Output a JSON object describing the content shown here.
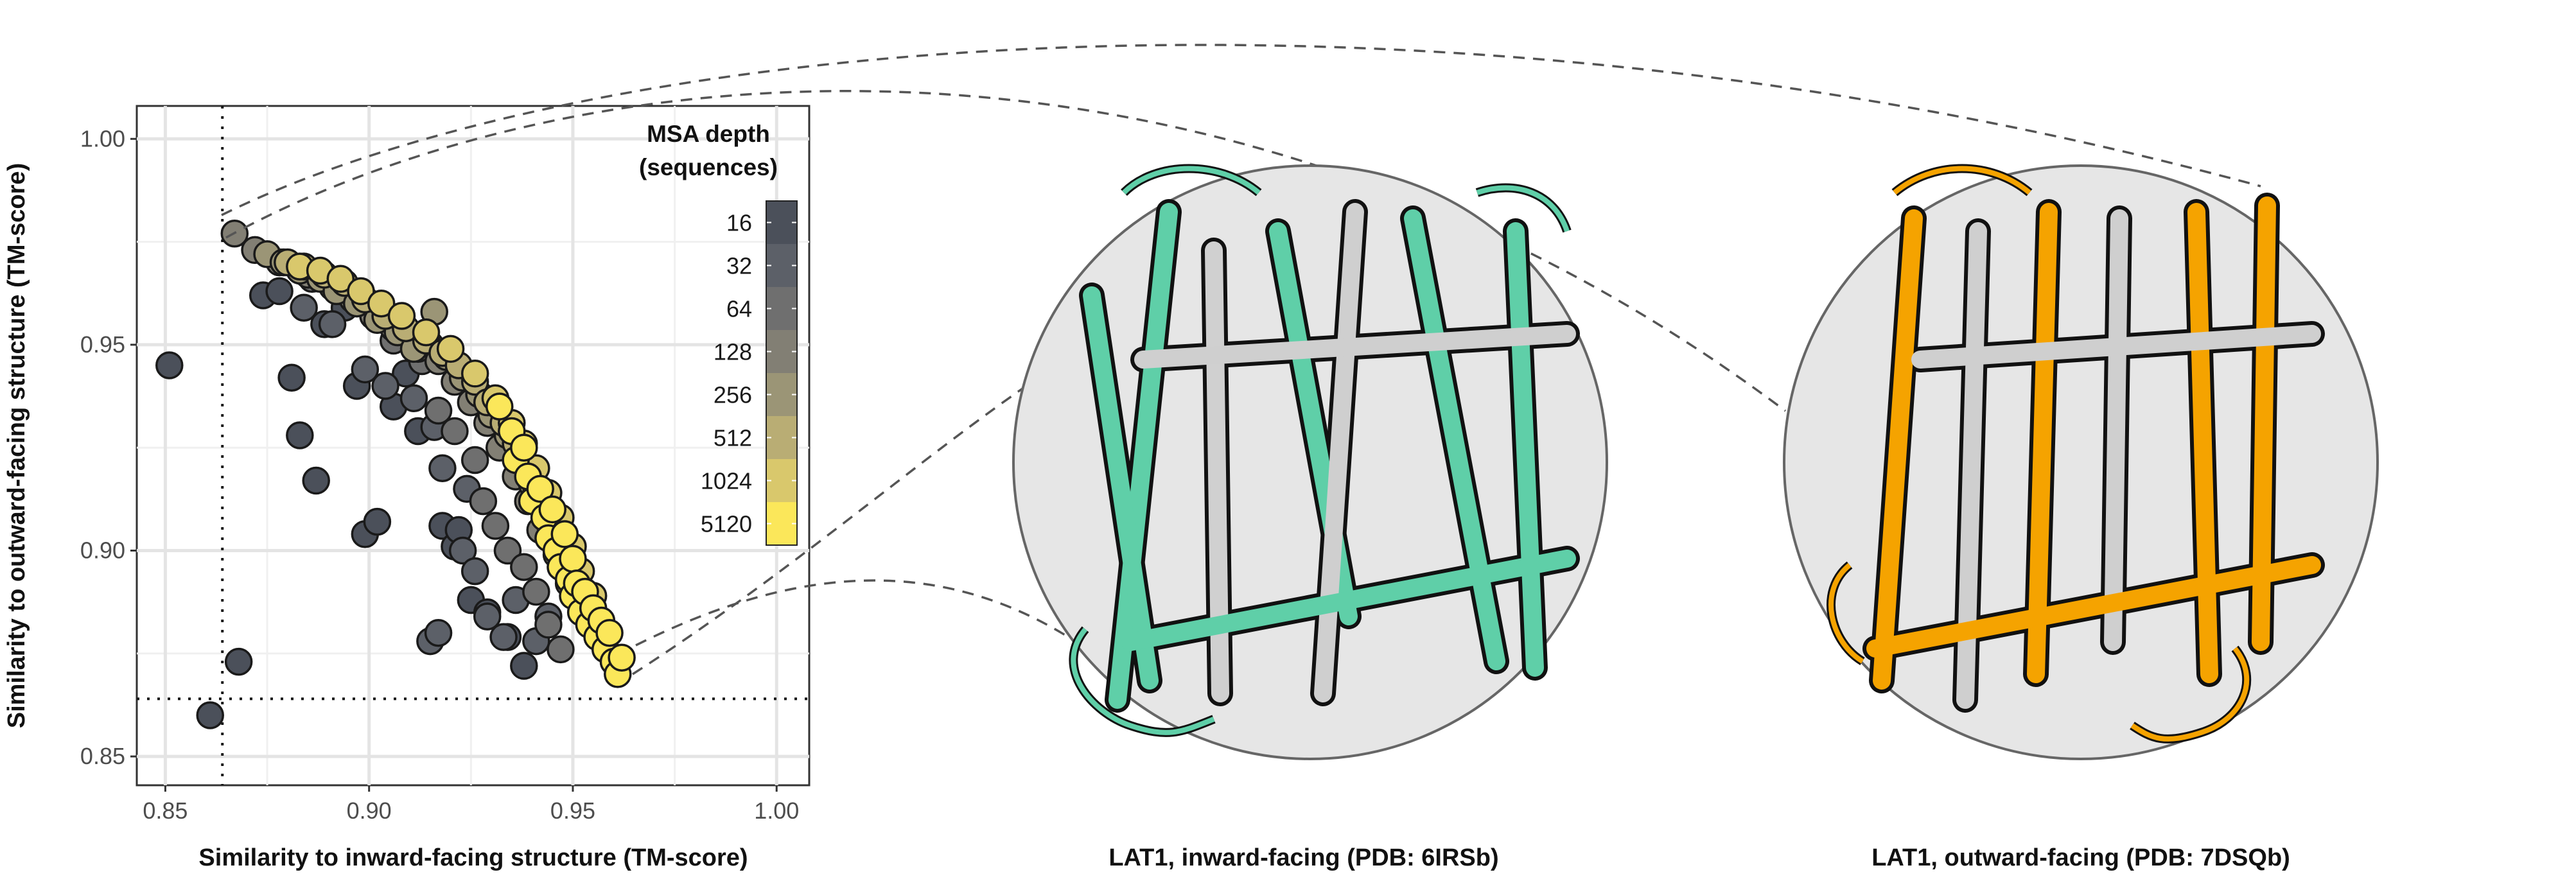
{
  "chart_data": {
    "type": "scatter",
    "xlabel": "Similarity to inward-facing structure (TM-score)",
    "ylabel": "Similarity to outward-facing structure (TM-score)",
    "xlim": [
      0.843,
      1.008
    ],
    "ylim": [
      0.843,
      1.008
    ],
    "x_ticks": [
      "0.85",
      "0.90",
      "0.95",
      "1.00"
    ],
    "y_ticks": [
      "0.85",
      "0.90",
      "0.95",
      "1.00"
    ],
    "reference_lines": {
      "x": 0.864,
      "y": 0.864
    },
    "grid": true,
    "legend": {
      "title_line1": "MSA depth",
      "title_line2": "(sequences)",
      "position": "top-right",
      "entries": [
        {
          "label": "16",
          "color": "#4b505a"
        },
        {
          "label": "32",
          "color": "#5c6068"
        },
        {
          "label": "64",
          "color": "#6f6f6f"
        },
        {
          "label": "128",
          "color": "#827f74"
        },
        {
          "label": "256",
          "color": "#9b9576"
        },
        {
          "label": "512",
          "color": "#b9ad74"
        },
        {
          "label": "1024",
          "color": "#d9c86c"
        },
        {
          "label": "5120",
          "color": "#fbe75a"
        }
      ]
    },
    "series": [
      {
        "depth": 16,
        "color": "#4b505a",
        "points": [
          [
            0.851,
            0.945
          ],
          [
            0.861,
            0.86
          ],
          [
            0.868,
            0.873
          ],
          [
            0.874,
            0.962
          ],
          [
            0.878,
            0.963
          ],
          [
            0.881,
            0.942
          ],
          [
            0.883,
            0.928
          ],
          [
            0.887,
            0.917
          ],
          [
            0.889,
            0.955
          ],
          [
            0.894,
            0.959
          ],
          [
            0.897,
            0.94
          ],
          [
            0.899,
            0.904
          ],
          [
            0.902,
            0.907
          ],
          [
            0.906,
            0.935
          ],
          [
            0.912,
            0.929
          ],
          [
            0.915,
            0.95
          ],
          [
            0.918,
            0.906
          ],
          [
            0.921,
            0.901
          ],
          [
            0.925,
            0.888
          ],
          [
            0.929,
            0.885
          ],
          [
            0.934,
            0.879
          ],
          [
            0.938,
            0.872
          ],
          [
            0.922,
            0.905
          ],
          [
            0.909,
            0.943
          ]
        ]
      },
      {
        "depth": 32,
        "color": "#5c6068",
        "points": [
          [
            0.884,
            0.959
          ],
          [
            0.891,
            0.955
          ],
          [
            0.899,
            0.944
          ],
          [
            0.904,
            0.94
          ],
          [
            0.911,
            0.937
          ],
          [
            0.916,
            0.93
          ],
          [
            0.918,
            0.92
          ],
          [
            0.924,
            0.915
          ],
          [
            0.923,
            0.9
          ],
          [
            0.926,
            0.895
          ],
          [
            0.929,
            0.884
          ],
          [
            0.933,
            0.879
          ],
          [
            0.936,
            0.888
          ],
          [
            0.941,
            0.878
          ],
          [
            0.944,
            0.884
          ],
          [
            0.915,
            0.878
          ],
          [
            0.917,
            0.88
          ]
        ]
      },
      {
        "depth": 64,
        "color": "#6f6f6f",
        "points": [
          [
            0.886,
            0.966
          ],
          [
            0.893,
            0.963
          ],
          [
            0.902,
            0.957
          ],
          [
            0.906,
            0.951
          ],
          [
            0.913,
            0.946
          ],
          [
            0.917,
            0.934
          ],
          [
            0.921,
            0.929
          ],
          [
            0.926,
            0.922
          ],
          [
            0.928,
            0.912
          ],
          [
            0.931,
            0.906
          ],
          [
            0.934,
            0.9
          ],
          [
            0.938,
            0.896
          ],
          [
            0.941,
            0.89
          ],
          [
            0.944,
            0.882
          ],
          [
            0.947,
            0.876
          ]
        ]
      },
      {
        "depth": 128,
        "color": "#827f74",
        "points": [
          [
            0.867,
            0.977
          ],
          [
            0.872,
            0.973
          ],
          [
            0.878,
            0.97
          ],
          [
            0.885,
            0.967
          ],
          [
            0.891,
            0.964
          ],
          [
            0.896,
            0.961
          ],
          [
            0.901,
            0.957
          ],
          [
            0.906,
            0.954
          ],
          [
            0.912,
            0.949
          ],
          [
            0.917,
            0.946
          ],
          [
            0.921,
            0.941
          ],
          [
            0.925,
            0.936
          ],
          [
            0.929,
            0.931
          ],
          [
            0.932,
            0.925
          ],
          [
            0.936,
            0.918
          ],
          [
            0.939,
            0.912
          ],
          [
            0.942,
            0.905
          ],
          [
            0.946,
            0.899
          ],
          [
            0.949,
            0.892
          ]
        ]
      },
      {
        "depth": 256,
        "color": "#9b9576",
        "points": [
          [
            0.875,
            0.972
          ],
          [
            0.879,
            0.97
          ],
          [
            0.883,
            0.968
          ],
          [
            0.888,
            0.966
          ],
          [
            0.892,
            0.963
          ],
          [
            0.897,
            0.96
          ],
          [
            0.902,
            0.956
          ],
          [
            0.907,
            0.953
          ],
          [
            0.911,
            0.949
          ],
          [
            0.916,
            0.958
          ],
          [
            0.919,
            0.947
          ],
          [
            0.923,
            0.942
          ],
          [
            0.927,
            0.938
          ],
          [
            0.93,
            0.933
          ],
          [
            0.934,
            0.928
          ],
          [
            0.937,
            0.922
          ],
          [
            0.94,
            0.916
          ],
          [
            0.943,
            0.91
          ],
          [
            0.946,
            0.903
          ],
          [
            0.949,
            0.897
          ],
          [
            0.952,
            0.89
          ]
        ]
      },
      {
        "depth": 512,
        "color": "#b9ad74",
        "points": [
          [
            0.88,
            0.97
          ],
          [
            0.884,
            0.969
          ],
          [
            0.889,
            0.967
          ],
          [
            0.894,
            0.965
          ],
          [
            0.899,
            0.961
          ],
          [
            0.904,
            0.957
          ],
          [
            0.909,
            0.954
          ],
          [
            0.914,
            0.951
          ],
          [
            0.918,
            0.948
          ],
          [
            0.922,
            0.945
          ],
          [
            0.926,
            0.941
          ],
          [
            0.929,
            0.936
          ],
          [
            0.933,
            0.931
          ],
          [
            0.936,
            0.926
          ],
          [
            0.939,
            0.92
          ],
          [
            0.941,
            0.914
          ],
          [
            0.944,
            0.907
          ],
          [
            0.947,
            0.901
          ],
          [
            0.95,
            0.894
          ],
          [
            0.953,
            0.888
          ]
        ]
      },
      {
        "depth": 1024,
        "color": "#d9c86c",
        "points": [
          [
            0.883,
            0.969
          ],
          [
            0.888,
            0.968
          ],
          [
            0.893,
            0.966
          ],
          [
            0.898,
            0.963
          ],
          [
            0.903,
            0.96
          ],
          [
            0.908,
            0.957
          ],
          [
            0.914,
            0.953
          ],
          [
            0.92,
            0.949
          ],
          [
            0.926,
            0.943
          ],
          [
            0.931,
            0.937
          ],
          [
            0.935,
            0.931
          ],
          [
            0.938,
            0.926
          ],
          [
            0.941,
            0.92
          ],
          [
            0.944,
            0.914
          ],
          [
            0.947,
            0.908
          ],
          [
            0.95,
            0.901
          ],
          [
            0.952,
            0.895
          ],
          [
            0.955,
            0.889
          ]
        ]
      },
      {
        "depth": 5120,
        "color": "#fbe75a",
        "points": [
          [
            0.932,
            0.935
          ],
          [
            0.935,
            0.929
          ],
          [
            0.936,
            0.922
          ],
          [
            0.938,
            0.925
          ],
          [
            0.939,
            0.918
          ],
          [
            0.94,
            0.912
          ],
          [
            0.942,
            0.915
          ],
          [
            0.943,
            0.908
          ],
          [
            0.944,
            0.903
          ],
          [
            0.945,
            0.91
          ],
          [
            0.946,
            0.9
          ],
          [
            0.947,
            0.896
          ],
          [
            0.948,
            0.904
          ],
          [
            0.949,
            0.893
          ],
          [
            0.95,
            0.898
          ],
          [
            0.95,
            0.889
          ],
          [
            0.951,
            0.892
          ],
          [
            0.952,
            0.885
          ],
          [
            0.953,
            0.89
          ],
          [
            0.954,
            0.882
          ],
          [
            0.955,
            0.886
          ],
          [
            0.956,
            0.879
          ],
          [
            0.957,
            0.883
          ],
          [
            0.958,
            0.876
          ],
          [
            0.959,
            0.88
          ],
          [
            0.96,
            0.873
          ],
          [
            0.961,
            0.87
          ],
          [
            0.962,
            0.874
          ]
        ]
      }
    ]
  },
  "panels": [
    {
      "caption": "LAT1, inward-facing (PDB: 6IRSb)",
      "accent": "#5fcfa8"
    },
    {
      "caption": "LAT1, outward-facing (PDB: 7DSQb)",
      "accent": "#f5a300"
    }
  ]
}
